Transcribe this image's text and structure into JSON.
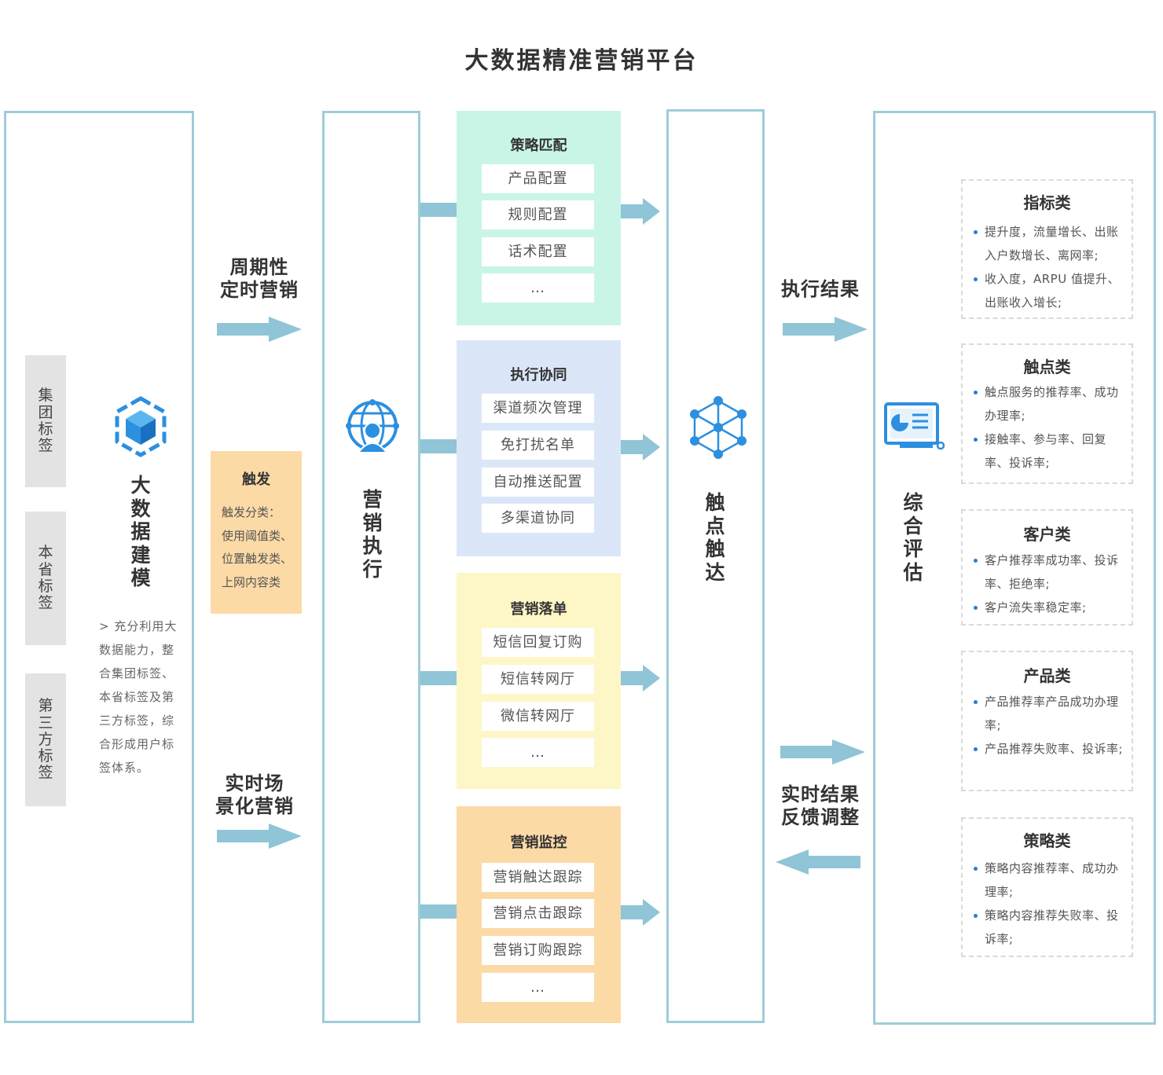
{
  "title": "大数据精准营销平台",
  "tags": [
    "集团标签",
    "本省标签",
    "第三方标签"
  ],
  "modeling": {
    "label": "大数据建模",
    "icon": "cube-icon",
    "description": "> 充分利用大数据能力，整合集团标签、本省标签及第三方标签，综合形成用户标签体系。"
  },
  "trigger": {
    "title": "触发",
    "lines": [
      "触发分类：",
      "使用阈值类、",
      "位置触发类、",
      "上网内容类"
    ]
  },
  "modes": {
    "periodic": [
      "周期性",
      "定时营销"
    ],
    "realtime": [
      "实时场",
      "景化营销"
    ]
  },
  "execution": {
    "label": "营销执行",
    "icon": "user-network-icon"
  },
  "panels": [
    {
      "title": "策略匹配",
      "items": [
        "产品配置",
        "规则配置",
        "话术配置",
        "…"
      ],
      "color": "#c9f5e6"
    },
    {
      "title": "执行协同",
      "items": [
        "渠道频次管理",
        "免打扰名单",
        "自动推送配置",
        "多渠道协同"
      ],
      "color": "#dbe7f8"
    },
    {
      "title": "营销落单",
      "items": [
        "短信回复订购",
        "短信转网厅",
        "微信转网厅",
        "…"
      ],
      "color": "#fdf7c8"
    },
    {
      "title": "营销监控",
      "items": [
        "营销触达跟踪",
        "营销点击跟踪",
        "营销订购跟踪",
        "…"
      ],
      "color": "#fcdaa6"
    }
  ],
  "touch": {
    "label": "触点触达",
    "icon": "network-nodes-icon"
  },
  "results": {
    "exec": "执行结果",
    "feedback": [
      "实时结果",
      "反馈调整"
    ]
  },
  "evaluation": {
    "label": "综合评估",
    "icon": "monitor-chart-icon"
  },
  "metrics": [
    {
      "title": "指标类",
      "bullets": [
        "提升度，流量增长、出账入户数增长、离网率;",
        "收入度，ARPU 值提升、出账收入增长;"
      ]
    },
    {
      "title": "触点类",
      "bullets": [
        "触点服务的推荐率、成功办理率;",
        "接触率、参与率、回复率、投诉率;"
      ]
    },
    {
      "title": "客户类",
      "bullets": [
        "客户推荐率成功率、投诉率、拒绝率;",
        "客户流失率稳定率;"
      ]
    },
    {
      "title": "产品类",
      "bullets": [
        "产品推荐率产品成功办理率;",
        "产品推荐失败率、投诉率;"
      ]
    },
    {
      "title": "策略类",
      "bullets": [
        "策略内容推荐率、成功办理率;",
        "策略内容推荐失败率、投诉率;"
      ]
    }
  ],
  "colors": {
    "frame": "#9fccd8",
    "arrow": "#8fc5d6",
    "icon": "#2c8fe0"
  }
}
